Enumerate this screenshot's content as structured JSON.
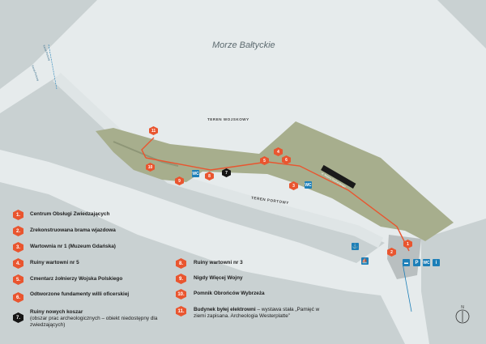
{
  "sea_label": "Morze Bałtyckie",
  "area_labels": {
    "military": "TEREN WOJSKOWY",
    "port": "TEREN PORTOWY"
  },
  "canal_labels": [
    "Kanał Portowy",
    "Kanał Portowy"
  ],
  "road_label": "ul. Majora Sucharskiego",
  "colors": {
    "water": "#dfe5e6",
    "land": "#c9d1d2",
    "park": "#a7ae8d",
    "route": "#e9552f",
    "accent_blue": "#1d7fb8",
    "hex_black": "#151515"
  },
  "map_markers": [
    {
      "id": "marker-1",
      "label": "1",
      "color": "orange"
    },
    {
      "id": "marker-2",
      "label": "2",
      "color": "orange"
    },
    {
      "id": "marker-3",
      "label": "3",
      "color": "orange"
    },
    {
      "id": "marker-4",
      "label": "4",
      "color": "orange"
    },
    {
      "id": "marker-5",
      "label": "5",
      "color": "orange"
    },
    {
      "id": "marker-6",
      "label": "6",
      "color": "orange"
    },
    {
      "id": "marker-7",
      "label": "7",
      "color": "black"
    },
    {
      "id": "marker-8",
      "label": "8",
      "color": "orange"
    },
    {
      "id": "marker-9",
      "label": "9",
      "color": "orange"
    },
    {
      "id": "marker-10",
      "label": "10",
      "color": "orange"
    },
    {
      "id": "marker-11",
      "label": "11",
      "color": "orange"
    }
  ],
  "poi_icons": [
    "ferry-icon",
    "boat-icon",
    "bus-icon",
    "parking-icon",
    "toilet-icon",
    "info-icon"
  ],
  "poi_symbols": {
    "parking": "P",
    "info": "i",
    "toilet": "WC"
  },
  "legend_left": [
    {
      "num": "1.",
      "text": "Centrum Obsługi Zwiedzających",
      "color": "orange"
    },
    {
      "num": "2.",
      "text": "Zrekonstruowana brama wjazdowa",
      "color": "orange"
    },
    {
      "num": "3.",
      "text": "Wartownia nr 1 (Muzeum Gdańska)",
      "color": "orange"
    },
    {
      "num": "4.",
      "text": "Ruiny wartowni nr 5",
      "color": "orange"
    },
    {
      "num": "5.",
      "text": "Cmentarz żołnierzy Wojska Polskiego",
      "color": "orange"
    },
    {
      "num": "6.",
      "text": "Odtworzone fundamenty willi oficerskiej",
      "color": "orange"
    },
    {
      "num": "7.",
      "text": "Ruiny nowych koszar",
      "sub": "(obszar prac archeologicznych – obiekt niedostępny dla zwiedzających)",
      "color": "black"
    }
  ],
  "legend_right": [
    {
      "num": "8.",
      "text": "Ruiny wartowni nr 3",
      "color": "orange"
    },
    {
      "num": "9.",
      "text": "Nigdy Więcej Wojny",
      "color": "orange"
    },
    {
      "num": "10.",
      "text": "Pomnik Obrońców Wybrzeża",
      "color": "orange"
    },
    {
      "num": "11.",
      "text": "Budynek byłej elektrowni",
      "sub": " – wystawa stała „Pamięć w ziemi zapisana. Archeologia Westerplatte”",
      "color": "orange"
    }
  ],
  "compass_label": "N"
}
